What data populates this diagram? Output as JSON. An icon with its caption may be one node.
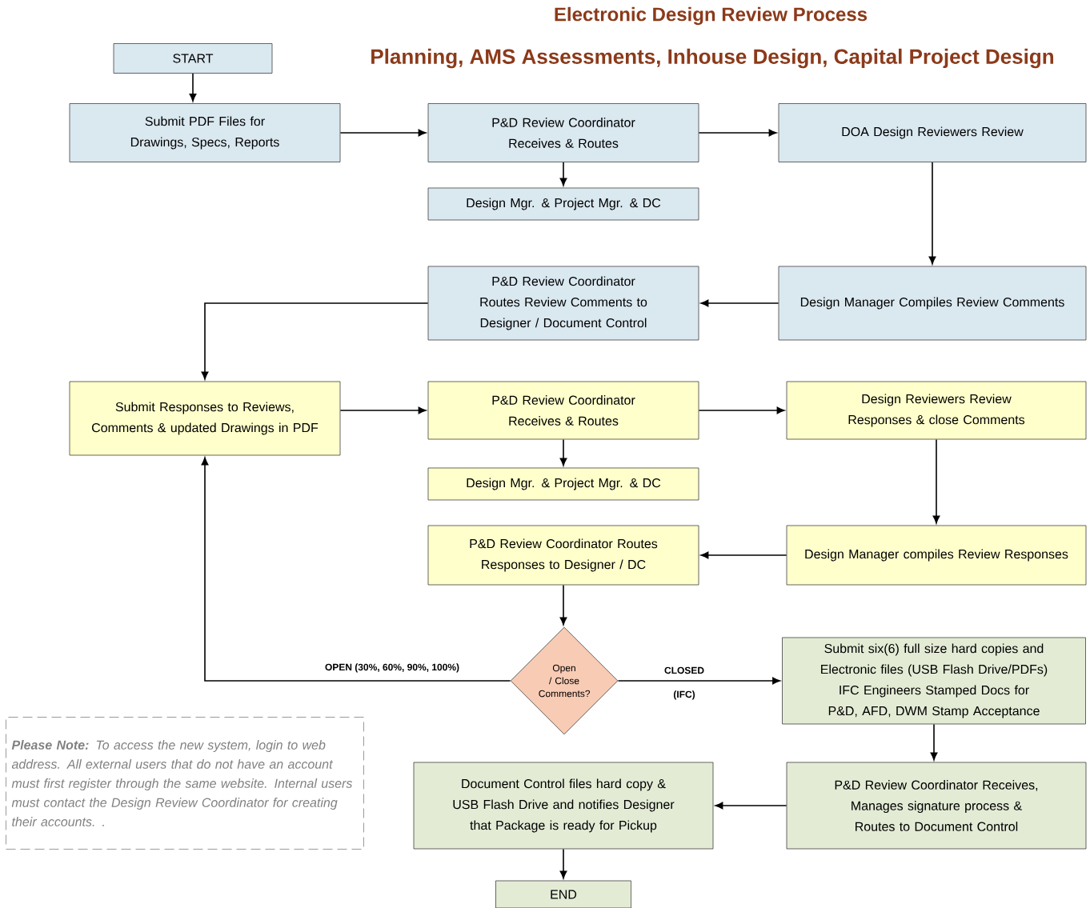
{
  "diagram": {
    "title": "Electronic Design Review Process",
    "nodes": [
      {
        "text": [
          "START"
        ]
      },
      {
        "text": [
          "Submit PDF Files for Drawings, Specs, Reports"
        ]
      },
      {
        "text": [
          "P&D Review Coordinator Receives & Routes"
        ]
      },
      {
        "text": [
          "DOA Design Reviewers Review"
        ]
      },
      {
        "text": [
          "Design Mgr. & Project Mgr. & DC"
        ]
      },
      {
        "text": [
          "P&D Review Coordinator Routes Review Comments to Designer / Document Control"
        ]
      },
      {
        "text": [
          "Design Manager Compiles Review Comments"
        ]
      },
      {
        "text": [
          "Submit Responses to Reviews, Comments & updated Drawings in PDF"
        ]
      },
      {
        "text": [
          "P&D Review Coordinator Receives & Routes"
        ]
      },
      {
        "text": [
          "Design Reviewers Review Responses & close Comments"
        ]
      },
      {
        "text": [
          "Design Mgr. & Project Mgr. & DC"
        ]
      },
      {
        "text": [
          "P&D Review Coordinator Routes Responses to Designer / DC"
        ]
      },
      {
        "text": [
          "Design Manager compiles Review Responses"
        ]
      },
      {
        "text": [
          "Open / Close Comments?"
        ]
      },
      {
        "text": [
          "Submit six(6) full size hard copies and Electronic files (USB Flash Drive/PDFs) IFC Engineers Stamped Docs for P&D, AFD, DWM Stamp Acceptance"
        ]
      },
      {
        "text": [
          "Document Control files hard copy & USB Flash Drive and notifies Designer that Package is ready for Pickup"
        ]
      },
      {
        "text": [
          "P&D Review Coordinator Receives, Manages signature process & Routes to Document Control"
        ]
      },
      {
        "text": [
          "END"
        ]
      },
      {
        "text": [
          "**Please Note:** To access the new system, login to web address. All external users that do not have an account must first register through the same website. Internal users must contact the Design Review Coordinator for creating their accounts. ."
        ]
      }
    ],
    "edges": [
      {
        "from": 0,
        "to": 1,
        "arrow": "to"
      },
      {
        "from": 1,
        "to": 2,
        "arrow": "to"
      },
      {
        "from": 2,
        "to": 3,
        "arrow": "to"
      },
      {
        "from": 2,
        "to": 4,
        "arrow": "to"
      },
      {
        "from": 3,
        "to": 6,
        "arrow": "to"
      },
      {
        "from": 6,
        "to": 5,
        "arrow": "to"
      },
      {
        "from": 5,
        "to": 7,
        "arrow": "to"
      },
      {
        "from": 7,
        "to": 8,
        "arrow": "to"
      },
      {
        "from": 8,
        "to": 9,
        "arrow": "to"
      },
      {
        "from": 8,
        "to": 10,
        "arrow": "to"
      },
      {
        "from": 9,
        "to": 12,
        "arrow": "to"
      },
      {
        "from": 12,
        "to": 11,
        "arrow": "to"
      },
      {
        "from": 11,
        "to": 13,
        "arrow": "to"
      },
      {
        "from": 13,
        "to": 7,
        "arrow": "to",
        "label": "OPEN (30%, 60%, 90%, 100%)"
      },
      {
        "from": 13,
        "to": 14,
        "arrow": "to",
        "label": "CLOSED"
      },
      {
        "from": 14,
        "to": 16,
        "arrow": "to"
      },
      {
        "from": 16,
        "to": 15,
        "arrow": "to"
      },
      {
        "from": 15,
        "to": 17,
        "arrow": "to"
      }
    ],
    "labels": [
      "Planning, AMS Assessments, Inhouse Design, Capital Project Design",
      "(IFC)"
    ]
  }
}
